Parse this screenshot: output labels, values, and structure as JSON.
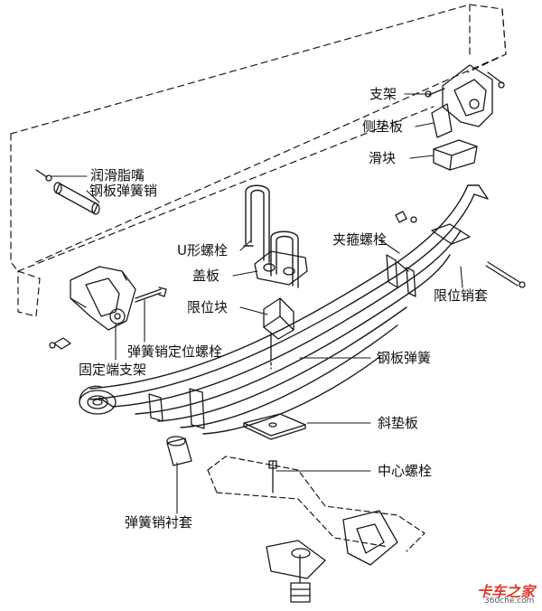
{
  "labels": {
    "zhijia": "支架",
    "cedianban": "侧垫板",
    "huakuai": "滑块",
    "runhua_zuizui": "润滑脂嘴",
    "gangban_tanhuang_xiao": "钢板弹簧销",
    "u_luoshuan": "U形螺栓",
    "gaiban": "盖板",
    "xianweikuai": "限位块",
    "jiagu_luoshuan": "夹箍螺栓",
    "xianwei_xiaotao": "限位销套",
    "tanhuangxiao_dingwei_luoshuan": "弹簧销定位螺栓",
    "gudingduan_zhijia": "固定端支架",
    "gangban_tanhuang": "钢板弹簧",
    "xiedianban": "斜垫板",
    "zhongxin_luoshuan": "中心螺栓",
    "tanhuangxiao_chentao": "弹簧销衬套"
  },
  "watermark": {
    "brand": "卡车之家",
    "site": "360che.com"
  }
}
